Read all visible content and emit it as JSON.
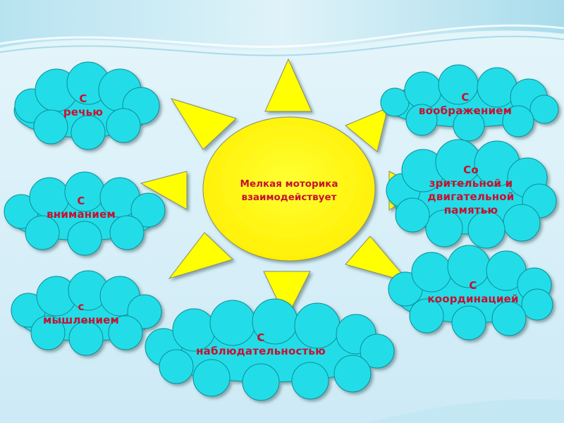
{
  "center": {
    "line1": "Мелкая моторика",
    "line2": "взаимодействует"
  },
  "clouds": {
    "speech": {
      "line1": "С",
      "line2": "речью"
    },
    "attention": {
      "line1": "С",
      "line2": "вниманием"
    },
    "thinking": {
      "line1": "с",
      "line2": "мышлением"
    },
    "observation": {
      "line1": "С",
      "line2": "наблюдательностью"
    },
    "imagination": {
      "line1": "С",
      "line2": "воображением"
    },
    "memory": {
      "line1": "Со",
      "line2": "зрительной и",
      "line3": "двигательной",
      "line4": "памятью"
    },
    "coordination": {
      "line1": "С",
      "line2": "координацией"
    }
  },
  "colors": {
    "sun": "#ffff00",
    "cloud": "#22dde8",
    "text": "#c8102e",
    "background": "#d3eef8"
  }
}
